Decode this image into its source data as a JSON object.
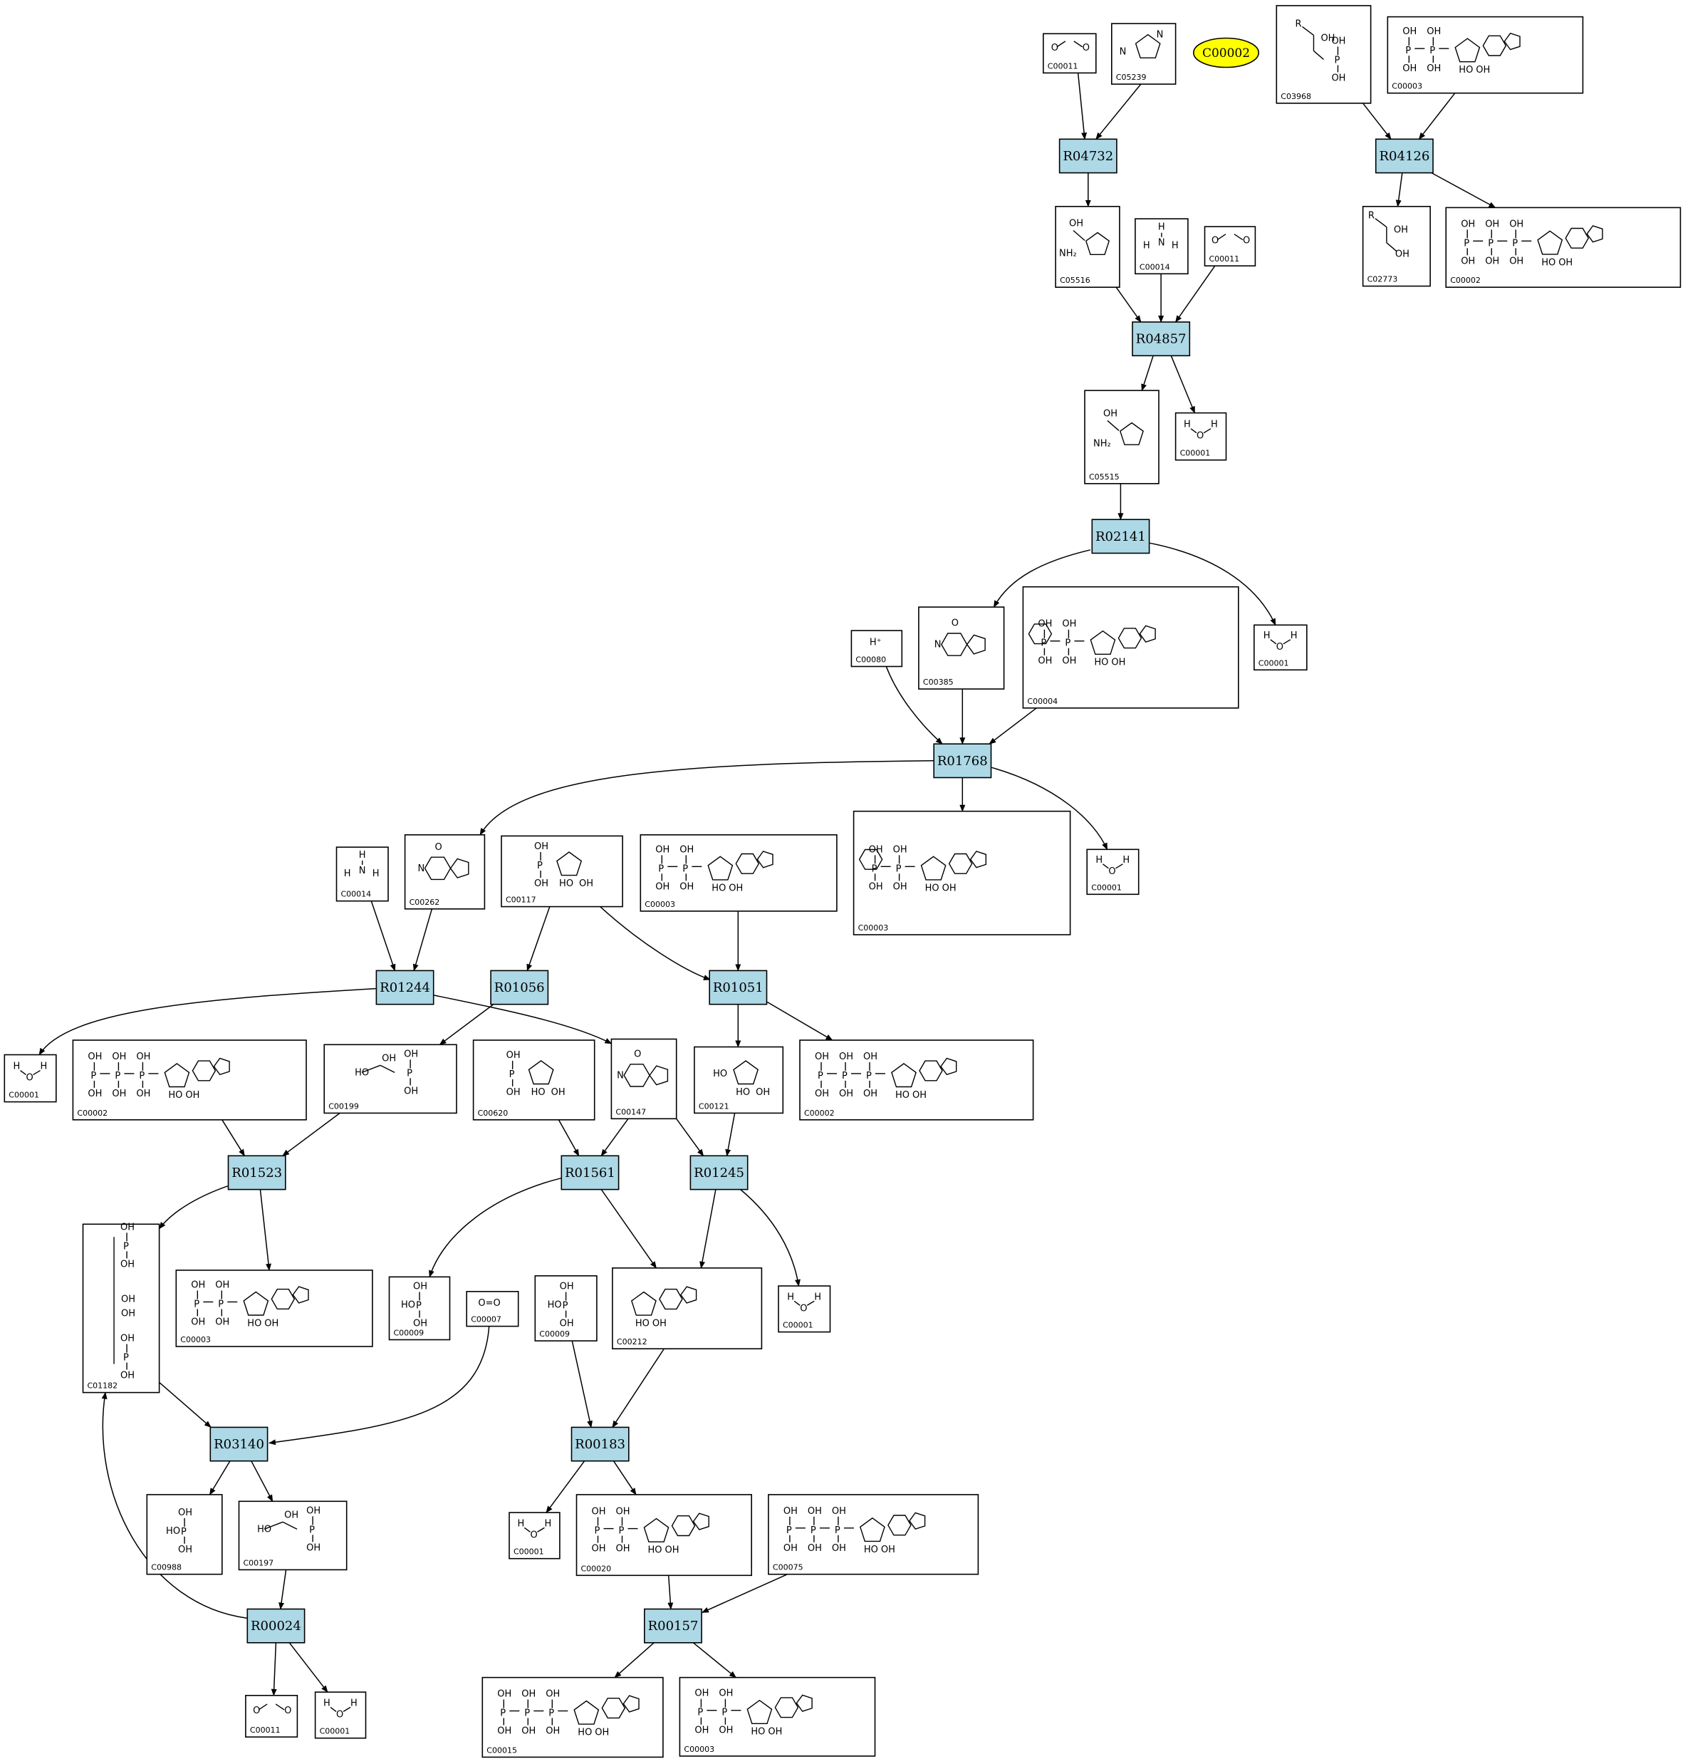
{
  "highlight": {
    "id": "C00002",
    "color": "#ffff00"
  },
  "colors": {
    "reaction_fill": "#add8e6",
    "compound_fill": "#ffffff",
    "stroke": "#000000"
  },
  "reactions": [
    {
      "key": "R04732",
      "label": "R04732"
    },
    {
      "key": "R04126",
      "label": "R04126"
    },
    {
      "key": "R04857",
      "label": "R04857"
    },
    {
      "key": "R02141",
      "label": "R02141"
    },
    {
      "key": "R01768",
      "label": "R01768"
    },
    {
      "key": "R01244",
      "label": "R01244"
    },
    {
      "key": "R01056",
      "label": "R01056"
    },
    {
      "key": "R01051",
      "label": "R01051"
    },
    {
      "key": "R01523",
      "label": "R01523"
    },
    {
      "key": "R01561",
      "label": "R01561"
    },
    {
      "key": "R01245",
      "label": "R01245"
    },
    {
      "key": "R03140",
      "label": "R03140"
    },
    {
      "key": "R00183",
      "label": "R00183"
    },
    {
      "key": "R00024",
      "label": "R00024"
    },
    {
      "key": "R00157",
      "label": "R00157"
    }
  ],
  "compounds": [
    {
      "key": "c01",
      "label": "C00011",
      "structure": "co2"
    },
    {
      "key": "c02",
      "label": "C05239",
      "structure": "imidazole"
    },
    {
      "key": "c03",
      "label": "C03968",
      "structure": "glycerol_p"
    },
    {
      "key": "c04",
      "label": "C00003",
      "structure": "adp"
    },
    {
      "key": "c05",
      "label": "C05516",
      "structure": "carboxyimidazole"
    },
    {
      "key": "c06",
      "label": "C00014",
      "structure": "nh3"
    },
    {
      "key": "c07",
      "label": "C00011",
      "structure": "co2"
    },
    {
      "key": "c08",
      "label": "C02773",
      "structure": "glycerol_r"
    },
    {
      "key": "c09",
      "label": "C00002",
      "structure": "atp"
    },
    {
      "key": "c10",
      "label": "C05515",
      "structure": "carboxyimidazole"
    },
    {
      "key": "c11",
      "label": "C00001",
      "structure": "water"
    },
    {
      "key": "c12",
      "label": "C00001",
      "structure": "water"
    },
    {
      "key": "c13",
      "label": "C00080",
      "structure": "proton"
    },
    {
      "key": "c14",
      "label": "C00385",
      "structure": "purine"
    },
    {
      "key": "c15",
      "label": "C00004",
      "structure": "nad"
    },
    {
      "key": "c16",
      "label": "C00014",
      "structure": "nh3"
    },
    {
      "key": "c17",
      "label": "C00262",
      "structure": "purine"
    },
    {
      "key": "c18",
      "label": "C00117",
      "structure": "sugar_p"
    },
    {
      "key": "c19",
      "label": "C00003",
      "structure": "adp"
    },
    {
      "key": "c20",
      "label": "C00003",
      "structure": "nad"
    },
    {
      "key": "c21",
      "label": "C00001",
      "structure": "water"
    },
    {
      "key": "c22",
      "label": "C00001",
      "structure": "water"
    },
    {
      "key": "c23",
      "label": "C00002",
      "structure": "atp"
    },
    {
      "key": "c24",
      "label": "C00199",
      "structure": "chain_p"
    },
    {
      "key": "c25",
      "label": "C00620",
      "structure": "sugar_p"
    },
    {
      "key": "c26",
      "label": "C00147",
      "structure": "purine"
    },
    {
      "key": "c27",
      "label": "C00121",
      "structure": "sugar"
    },
    {
      "key": "c28",
      "label": "C00002",
      "structure": "atp"
    },
    {
      "key": "c29",
      "label": "C01182",
      "structure": "chain_pp"
    },
    {
      "key": "c30",
      "label": "C00003",
      "structure": "adp"
    },
    {
      "key": "c31",
      "label": "C00009",
      "structure": "phosphate"
    },
    {
      "key": "c32",
      "label": "C00007",
      "structure": "o2"
    },
    {
      "key": "c33",
      "label": "C00009",
      "structure": "phosphate"
    },
    {
      "key": "c34",
      "label": "C00212",
      "structure": "nucleoside"
    },
    {
      "key": "c35",
      "label": "C00001",
      "structure": "water"
    },
    {
      "key": "c36",
      "label": "C00988",
      "structure": "small_p"
    },
    {
      "key": "c37",
      "label": "C00197",
      "structure": "chain_p"
    },
    {
      "key": "c38",
      "label": "C00001",
      "structure": "water"
    },
    {
      "key": "c39",
      "label": "C00020",
      "structure": "adp"
    },
    {
      "key": "c40",
      "label": "C00075",
      "structure": "utp"
    },
    {
      "key": "c41",
      "label": "C00011",
      "structure": "co2"
    },
    {
      "key": "c42",
      "label": "C00001",
      "structure": "water"
    },
    {
      "key": "c43",
      "label": "C00015",
      "structure": "utp"
    },
    {
      "key": "c44",
      "label": "C00003",
      "structure": "adp"
    }
  ]
}
